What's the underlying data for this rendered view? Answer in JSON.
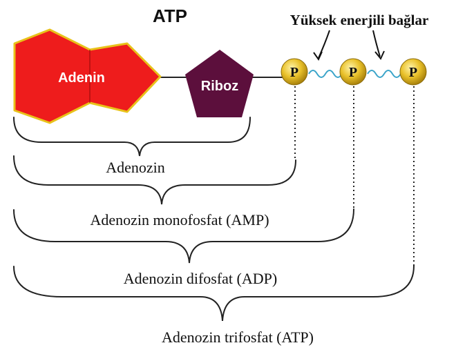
{
  "title": "ATP",
  "bonds_label": "Yüksek enerjili bağlar",
  "molecules": {
    "adenine": "Adenin",
    "ribose": "Riboz",
    "phosphate_symbol": "P"
  },
  "groups": [
    {
      "label": "Adenozin"
    },
    {
      "label": "Adenozin monofosfat (AMP)"
    },
    {
      "label": "Adenozin difosfat (ADP)"
    },
    {
      "label": "Adenozin trifosfat (ATP)"
    }
  ],
  "colors": {
    "adenine_fill": "#ee1c1c",
    "adenine_outline": "#e8c21a",
    "ribose_fill": "#5c0f3c",
    "phosphate_fill": "#e9c12a",
    "bond_wave": "#3aa4c9",
    "line": "#222222"
  }
}
